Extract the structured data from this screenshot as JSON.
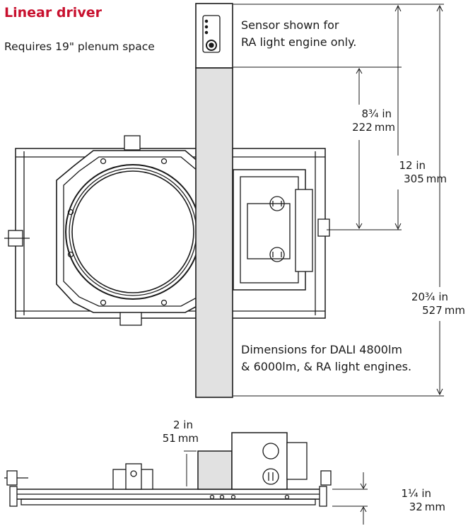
{
  "title": "Linear driver",
  "requirement": "Requires 19\" plenum space",
  "sensor_note": [
    "Sensor shown for",
    "RA light engine only."
  ],
  "dimensions_note": [
    "Dimensions for DALI 4800lm",
    "& 6000lm, & RA light engines."
  ],
  "dims": {
    "d1_in": "8¾ in",
    "d1_mm": "222 mm",
    "d2_in": "12 in",
    "d2_mm": "305 mm",
    "d3_in": "20¾ in",
    "d3_mm": "527 mm",
    "d4_in": "2 in",
    "d4_mm": "51 mm",
    "d5_in": "1¼ in",
    "d5_mm": "32 mm"
  }
}
